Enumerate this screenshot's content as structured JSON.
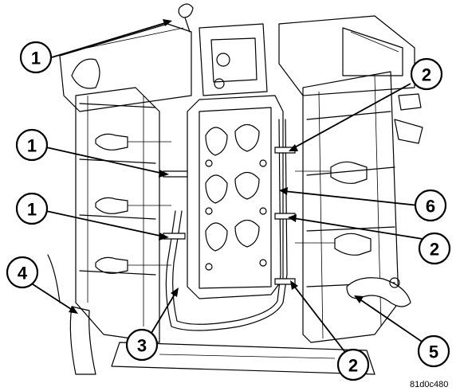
{
  "figure_code": "81d0c480",
  "callouts": [
    {
      "label": "1",
      "role": "upper-left"
    },
    {
      "label": "1",
      "role": "middle-left"
    },
    {
      "label": "1",
      "role": "lower-left"
    },
    {
      "label": "2",
      "role": "upper-right"
    },
    {
      "label": "2",
      "role": "middle-right"
    },
    {
      "label": "2",
      "role": "lower-right"
    },
    {
      "label": "3",
      "role": "bottom-center"
    },
    {
      "label": "4",
      "role": "left"
    },
    {
      "label": "5",
      "role": "bottom-right"
    },
    {
      "label": "6",
      "role": "right"
    }
  ]
}
